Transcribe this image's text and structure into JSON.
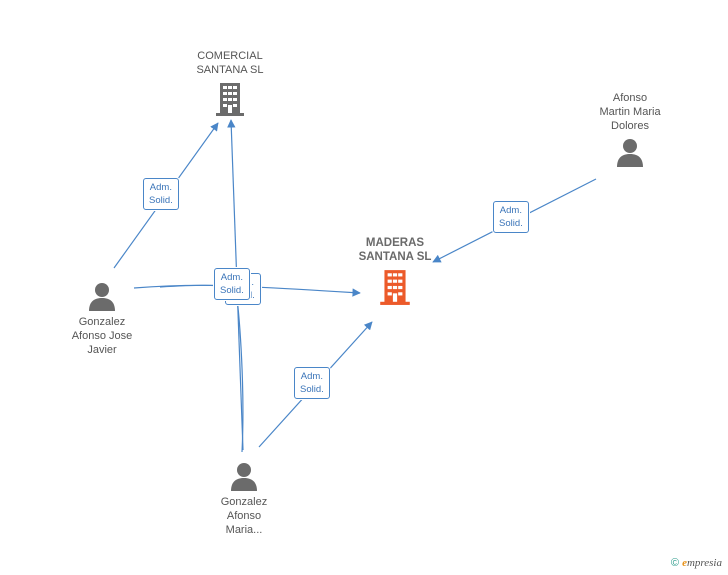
{
  "nodes": {
    "comercial": {
      "label": "COMERCIAL\nSANTANA SL",
      "icon": "building-icon",
      "color": "#6b6b6b"
    },
    "maderas": {
      "label": "MADERAS\nSANTANA SL",
      "icon": "building-icon",
      "color": "#ec5a2a"
    },
    "afonso_martin": {
      "label": "Afonso\nMartin Maria\nDolores",
      "icon": "person-icon",
      "color": "#6b6b6b"
    },
    "gonzalez_jose": {
      "label": "Gonzalez\nAfonso Jose\nJavier",
      "icon": "person-icon",
      "color": "#6b6b6b"
    },
    "gonzalez_maria": {
      "label": "Gonzalez\nAfonso\nMaria...",
      "icon": "person-icon",
      "color": "#6b6b6b"
    }
  },
  "edge_labels": {
    "e1": "Adm.\nSolid.",
    "e2": "Adm.\nSolid.",
    "e3": "Adm.\nSolid.",
    "e4": "Adm.\nSolid.",
    "e5": "Adm.\nSolid."
  },
  "colors": {
    "edge": "#4a86c8"
  },
  "footer": {
    "copyright": "©",
    "brand_initial": "e",
    "brand_rest": "mpresia"
  }
}
